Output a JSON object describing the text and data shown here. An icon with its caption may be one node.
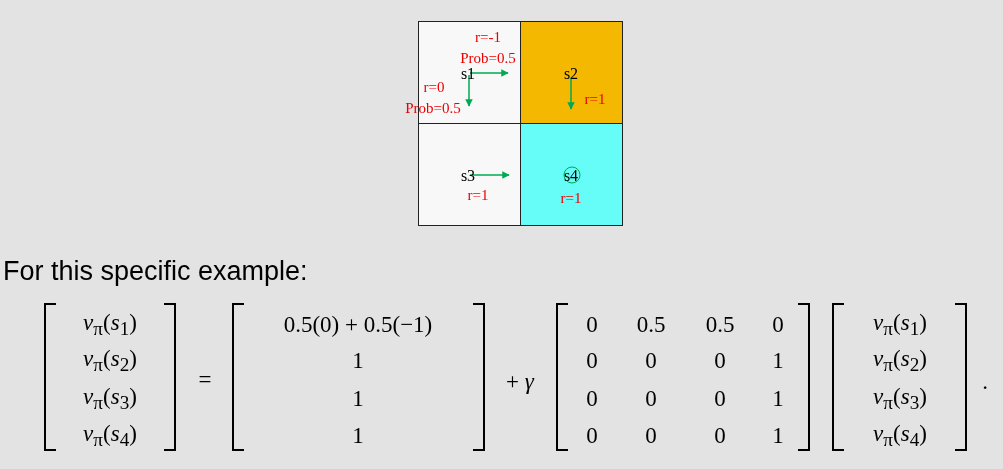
{
  "diagram": {
    "nodes": [
      {
        "text": [
          "r=-1",
          "Prob=0.5",
          "s1",
          "r=0",
          "Prob=0.5"
        ]
      },
      {
        "text": [
          "s2",
          "r=1"
        ]
      },
      {
        "text": [
          "s3",
          "r=1"
        ]
      },
      {
        "text": [
          "s4",
          "r=1"
        ]
      }
    ],
    "edges": [],
    "labels": [
      "For this specific example:",
      "*v*$_{π}$(*s*$_{1}$)",
      "*v*$_{π}$(*s*$_{2}$)",
      "*v*$_{π}$(*s*$_{3}$)",
      "*v*$_{π}$(*s*$_{4}$)",
      "=",
      "0.5(0) + 0.5(−1)",
      "1",
      "1",
      "1",
      "+ *γ*",
      "0",
      "0.5",
      "0.5",
      "0",
      "0",
      "0",
      "0",
      "1",
      "0",
      "0",
      "0",
      "1",
      "0",
      "0",
      "0",
      "1",
      "*v*$_{π}$(*s*$_{1}$)",
      "*v*$_{π}$(*s*$_{2}$)",
      "*v*$_{π}$(*s*$_{3}$)",
      "*v*$_{π}$(*s*$_{4}$)",
      "."
    ]
  }
}
